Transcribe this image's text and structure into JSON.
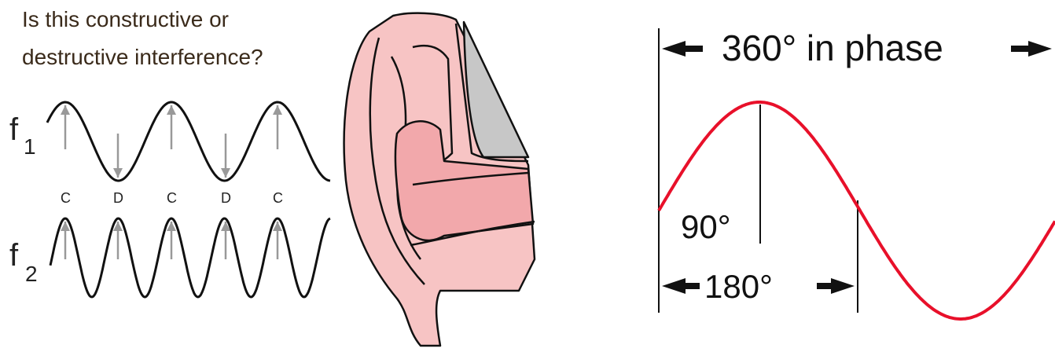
{
  "question": {
    "line1": "Is this constructive or",
    "line2": "destructive interference?"
  },
  "waves": {
    "f1_label": "f",
    "f1_sub": "1",
    "f2_label": "f",
    "f2_sub": "2",
    "markers": [
      "C",
      "D",
      "C",
      "D",
      "C"
    ],
    "f1_cycles": 3,
    "f2_cycles": 5
  },
  "ear": {
    "name": "ear-illustration"
  },
  "phase": {
    "label_360": "360° in phase",
    "label_90": "90°",
    "label_180": "180°"
  },
  "colors": {
    "sine": "#e8102a",
    "ear_fill": "#f7c4c4",
    "ear_canal": "#f2a8ab",
    "ear_flap": "#c7c7c7",
    "arrow_gray": "#999999"
  }
}
